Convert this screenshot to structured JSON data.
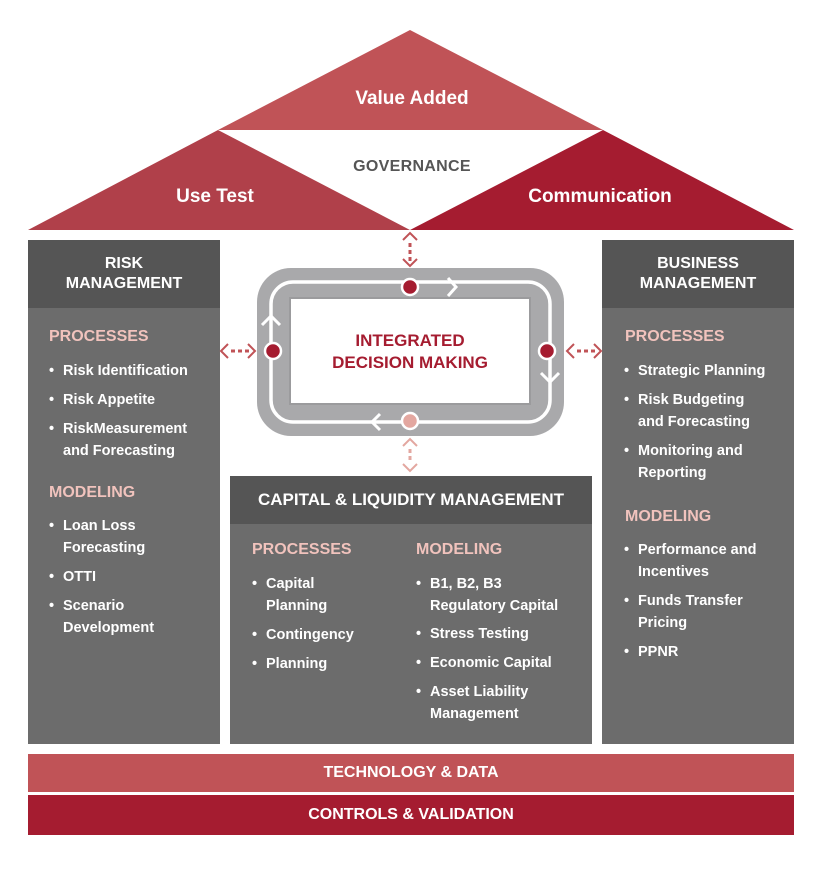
{
  "roof": {
    "top_label": "Value Added",
    "center_label": "GOVERNANCE",
    "left_label": "Use Test",
    "right_label": "Communication"
  },
  "colors": {
    "roof_top": "#c05357",
    "roof_left": "#b0404a",
    "roof_right": "#a51c30",
    "pillar_body": "#6c6c6c",
    "pillar_head": "#555555",
    "section_title": "#f1c3bd",
    "band_technology": "#c05357",
    "band_controls": "#a51c30",
    "cycle_track": "#a9a9ab",
    "accent": "#a51c30"
  },
  "center": {
    "title_line1": "INTEGRATED",
    "title_line2": "DECISION MAKING"
  },
  "risk": {
    "title_line1": "RISK",
    "title_line2": "MANAGEMENT",
    "processes_title": "PROCESSES",
    "processes": [
      "Risk Identification",
      "Risk Appetite",
      "RiskMeasurement and Forecasting"
    ],
    "modeling_title": "MODELING",
    "modeling": [
      "Loan Loss Forecasting",
      "OTTI",
      "Scenario Development"
    ]
  },
  "business": {
    "title_line1": "BUSINESS",
    "title_line2": "MANAGEMENT",
    "processes_title": "PROCESSES",
    "processes": [
      "Strategic Planning",
      "Risk Budgeting and  Forecasting",
      "Monitoring and Reporting"
    ],
    "modeling_title": "MODELING",
    "modeling": [
      "Performance and Incentives",
      "Funds Transfer Pricing",
      "PPNR"
    ]
  },
  "capital": {
    "title": "CAPITAL & LIQUIDITY MANAGEMENT",
    "processes_title": "PROCESSES",
    "processes": [
      "Capital Planning",
      "Contingency",
      "Planning"
    ],
    "modeling_title": "MODELING",
    "modeling": [
      "B1, B2, B3 Regulatory Capital",
      "Stress Testing",
      "Economic Capital",
      "Asset Liability Management"
    ]
  },
  "bands": {
    "technology": "TECHNOLOGY & DATA",
    "controls": "CONTROLS & VALIDATION"
  }
}
